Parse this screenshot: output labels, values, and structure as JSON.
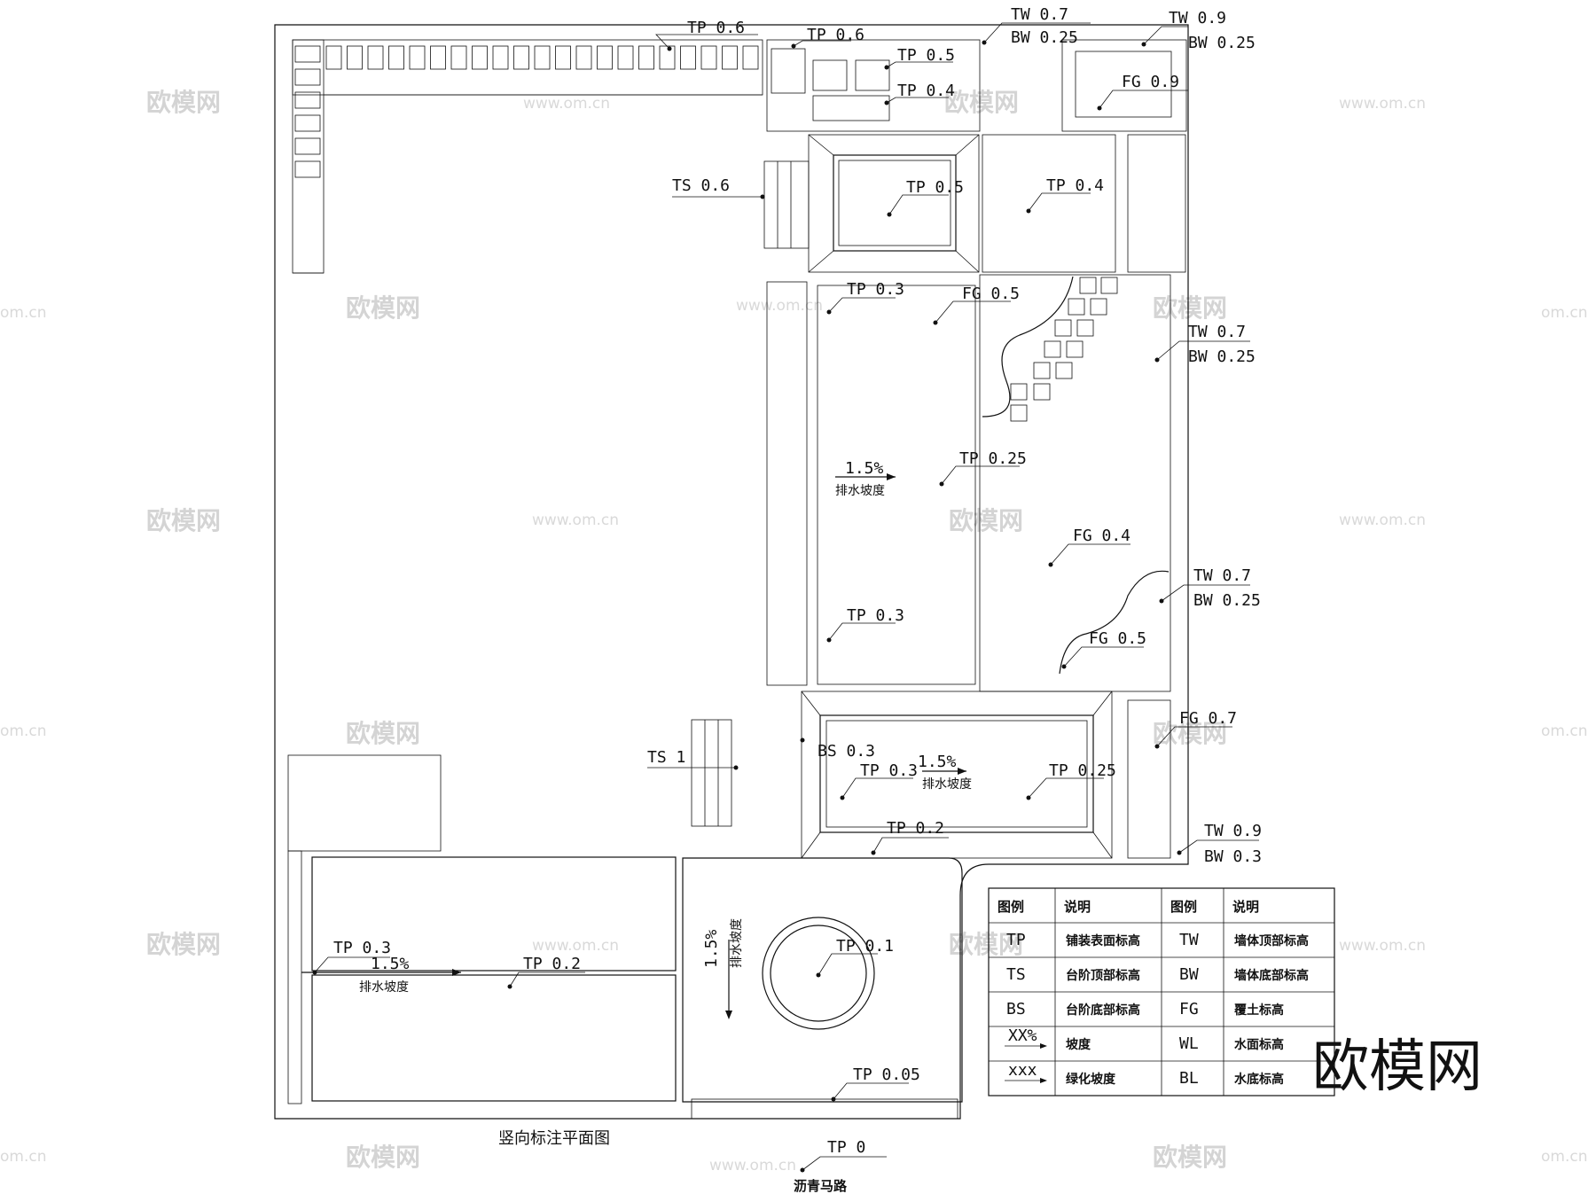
{
  "title": "竖向标注平面图",
  "road": {
    "level": "TP 0",
    "name": "沥青马路"
  },
  "watermark": {
    "brand": "欧模网",
    "url": "www.om.cn",
    "partial": "om.cn"
  },
  "annotations": [
    {
      "id": "tp06a",
      "text": "TP 0.6"
    },
    {
      "id": "tp06b",
      "text": "TP 0.6"
    },
    {
      "id": "tp05a",
      "text": "TP 0.5"
    },
    {
      "id": "tp04a",
      "text": "TP 0.4"
    },
    {
      "id": "tw07a",
      "text": "TW 0.7"
    },
    {
      "id": "bw025a",
      "text": "BW 0.25"
    },
    {
      "id": "tw09a",
      "text": "TW 0.9"
    },
    {
      "id": "bw025b",
      "text": "BW 0.25"
    },
    {
      "id": "fg09",
      "text": "FG 0.9"
    },
    {
      "id": "ts06",
      "text": "TS 0.6"
    },
    {
      "id": "tp05b",
      "text": "TP 0.5"
    },
    {
      "id": "tp04b",
      "text": "TP 0.4"
    },
    {
      "id": "tp03a",
      "text": "TP 0.3"
    },
    {
      "id": "fg05a",
      "text": "FG 0.5"
    },
    {
      "id": "tw07b",
      "text": "TW 0.7"
    },
    {
      "id": "bw025c",
      "text": "BW 0.25"
    },
    {
      "id": "slope1",
      "text": "1.5%"
    },
    {
      "id": "drain1",
      "text": "排水坡度"
    },
    {
      "id": "tp025a",
      "text": "TP 0.25"
    },
    {
      "id": "fg04",
      "text": "FG 0.4"
    },
    {
      "id": "tw07c",
      "text": "TW 0.7"
    },
    {
      "id": "bw025d",
      "text": "BW 0.25"
    },
    {
      "id": "tp03b",
      "text": "TP 0.3"
    },
    {
      "id": "fg05b",
      "text": "FG 0.5"
    },
    {
      "id": "fg07",
      "text": "FG 0.7"
    },
    {
      "id": "ts1",
      "text": "TS 1"
    },
    {
      "id": "bs03",
      "text": "BS 0.3"
    },
    {
      "id": "tp03c",
      "text": "TP 0.3"
    },
    {
      "id": "slope2",
      "text": "1.5%"
    },
    {
      "id": "drain2",
      "text": "排水坡度"
    },
    {
      "id": "tp025b",
      "text": "TP 0.25"
    },
    {
      "id": "tp02a",
      "text": "TP 0.2"
    },
    {
      "id": "tw09b",
      "text": "TW 0.9"
    },
    {
      "id": "bw03",
      "text": "BW 0.3"
    },
    {
      "id": "tp03d",
      "text": "TP 0.3"
    },
    {
      "id": "slope3",
      "text": "1.5%"
    },
    {
      "id": "tp02b",
      "text": "TP 0.2"
    },
    {
      "id": "drain3",
      "text": "排水坡度"
    },
    {
      "id": "slope4",
      "text": "1.5%"
    },
    {
      "id": "drain4",
      "text": "排水坡度"
    },
    {
      "id": "tp01",
      "text": "TP 0.1"
    },
    {
      "id": "tp005",
      "text": "TP 0.05"
    }
  ],
  "legend": {
    "headers": [
      "图例",
      "说明",
      "图例",
      "说明"
    ],
    "rows": [
      [
        "TP",
        "铺装表面标高",
        "TW",
        "墙体顶部标高"
      ],
      [
        "TS",
        "台阶顶部标高",
        "BW",
        "墙体底部标高"
      ],
      [
        "BS",
        "台阶底部标高",
        "FG",
        "覆土标高"
      ],
      [
        "XX%",
        "坡度",
        "WL",
        "水面标高"
      ],
      [
        "xxx",
        "绿化坡度",
        "BL",
        "水底标高"
      ]
    ]
  }
}
